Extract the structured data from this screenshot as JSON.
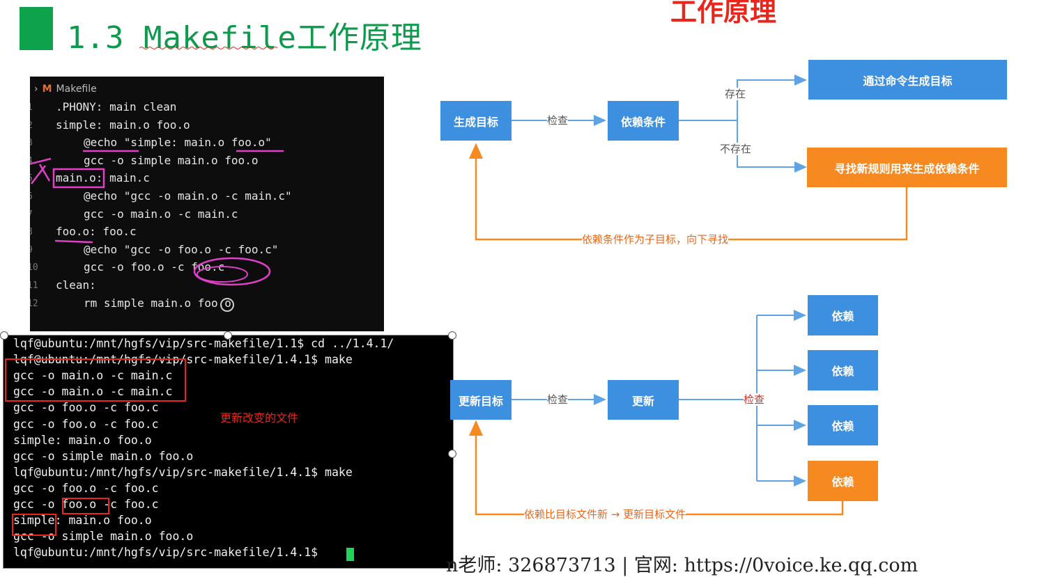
{
  "header": {
    "title": "1.3 Makefile工作原理",
    "top_heading": "工作原理"
  },
  "editor": {
    "tab_label": "Makefile",
    "tab_badge": "M",
    "lines": [
      {
        "num": "1",
        "text": ".PHONY: main clean",
        "indent": 0
      },
      {
        "num": "2",
        "text": "simple: main.o foo.o",
        "indent": 0
      },
      {
        "num": "3",
        "text": "@echo \"simple: main.o foo.o\"",
        "indent": 1
      },
      {
        "num": "4",
        "text": "gcc -o simple main.o foo.o",
        "indent": 1
      },
      {
        "num": "5",
        "text": "main.o: main.c",
        "indent": 0
      },
      {
        "num": "6",
        "text": "@echo \"gcc -o main.o -c main.c\"",
        "indent": 1
      },
      {
        "num": "7",
        "text": "gcc -o main.o -c main.c",
        "indent": 1
      },
      {
        "num": "8",
        "text": "foo.o: foo.c",
        "indent": 0
      },
      {
        "num": "9",
        "text": "@echo \"gcc -o foo.o -c foo.c\"",
        "indent": 1
      },
      {
        "num": "10",
        "text": "gcc -o foo.o -c foo.c",
        "indent": 1
      },
      {
        "num": "11",
        "text": "clean:",
        "indent": 0
      },
      {
        "num": "12",
        "text": "rm simple main.o foo.o",
        "indent": 1
      }
    ]
  },
  "terminal": {
    "lines": [
      "lqf@ubuntu:/mnt/hgfs/vip/src-makefile/1.1$ cd ../1.4.1/",
      "lqf@ubuntu:/mnt/hgfs/vip/src-makefile/1.4.1$ make",
      "gcc -o main.o -c main.c",
      "gcc -o main.o -c main.c",
      "gcc -o foo.o -c foo.c",
      "gcc -o foo.o -c foo.c",
      "simple: main.o foo.o",
      "gcc -o simple main.o foo.o",
      "lqf@ubuntu:/mnt/hgfs/vip/src-makefile/1.4.1$ make",
      "gcc -o foo.o -c foo.c",
      "gcc -o foo.o -c foo.c",
      "simple: main.o foo.o",
      "gcc -o simple main.o foo.o",
      "lqf@ubuntu:/mnt/hgfs/vip/src-makefile/1.4.1$ "
    ],
    "annotation": "更新改变的文件",
    "cursor_color": "#22d35a"
  },
  "diagram_top": {
    "node_generate": "生成目标",
    "edge_check": "检查",
    "node_dependency": "依赖条件",
    "edge_exists": "存在",
    "edge_not_exists": "不存在",
    "node_build_by_command": "通过命令生成目标",
    "node_find_rule": "寻找新规则用来生成依赖条件",
    "edge_loop": "依赖条件作为子目标，向下寻找"
  },
  "diagram_bottom": {
    "node_update_target": "更新目标",
    "edge_check": "检查",
    "node_update": "更新",
    "edge_check_red": "检查",
    "dep_nodes": [
      "依赖",
      "依赖",
      "依赖",
      "依赖"
    ],
    "edge_loop": "依赖比目标文件新 → 更新目标文件"
  },
  "footer": {
    "text": "n老师: 326873713 | 官网: https://0voice.ke.qq.com"
  },
  "colors": {
    "blue": "#3d8fe0",
    "orange": "#f68a21",
    "green": "#0fa24d",
    "red": "#e8261c",
    "arrow_blue": "#5ea3e6"
  }
}
